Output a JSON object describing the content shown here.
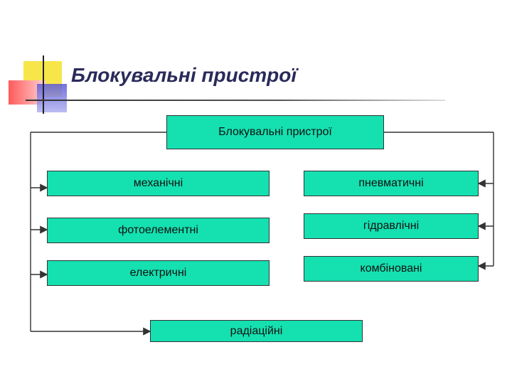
{
  "title": "Блокувальні пристрої",
  "diagram": {
    "root": "Блокувальні пристрої",
    "left_items": [
      "механічні",
      "фотоелементні",
      "електричні",
      "радіаційні"
    ],
    "right_items": [
      "пневматичні",
      "гідравлічні",
      "комбіновані"
    ],
    "colors": {
      "box_fill": "#14e0b0",
      "line": "#333333",
      "title": "#2a2a5a"
    }
  }
}
